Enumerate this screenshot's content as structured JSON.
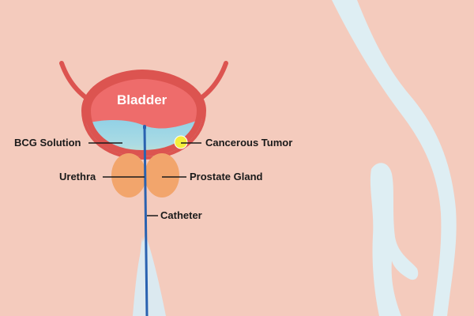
{
  "diagram": {
    "labels": {
      "bladder": "Bladder",
      "bcg_solution": "BCG Solution",
      "cancerous_tumor": "Cancerous Tumor",
      "urethra": "Urethra",
      "prostate_gland": "Prostate Gland",
      "catheter": "Catheter"
    },
    "colors": {
      "skin": "#f4cbbd",
      "body_outline": "#deeef3",
      "bladder_wall": "#dc5450",
      "bladder_fill": "#ee6c6b",
      "solution": "#8fd0e6",
      "solution_light": "#d7e4c0",
      "tumor": "#f4ee3c",
      "prostate": "#f2a56c",
      "urethra": "#dbe9f0",
      "catheter": "#2a62b0"
    }
  }
}
